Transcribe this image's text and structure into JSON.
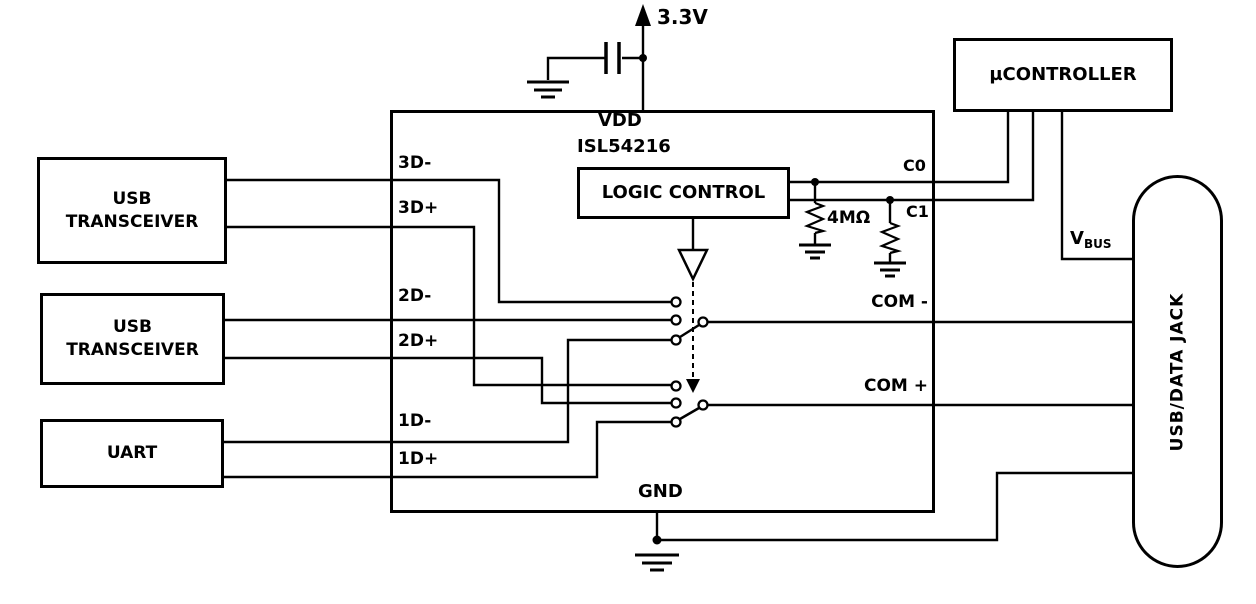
{
  "supply": {
    "voltage_label": "3.3V"
  },
  "chip": {
    "vdd_label": "VDD",
    "name": "ISL54216",
    "gnd_label": "GND",
    "logic_block_label": "LOGIC CONTROL",
    "pins_left": [
      "3D-",
      "3D+",
      "2D-",
      "2D+",
      "1D-",
      "1D+"
    ],
    "pins_right": {
      "c0": "C0",
      "c1": "C1",
      "com_minus": "COM -",
      "com_plus": "COM +"
    }
  },
  "resistors": {
    "pulldown_value": "4MΩ"
  },
  "left_blocks": [
    {
      "id": "usb-transceiver-1",
      "lines": [
        "USB",
        "TRANSCEIVER"
      ]
    },
    {
      "id": "usb-transceiver-2",
      "lines": [
        "USB",
        "TRANSCEIVER"
      ]
    },
    {
      "id": "uart",
      "lines": [
        "UART"
      ]
    }
  ],
  "microcontroller": {
    "label": "µCONTROLLER"
  },
  "vbus": {
    "main": "V",
    "sub": "BUS"
  },
  "jack": {
    "label": "USB/DATA JACK"
  },
  "colors": {
    "ink": "#000000",
    "background": "#ffffff"
  }
}
